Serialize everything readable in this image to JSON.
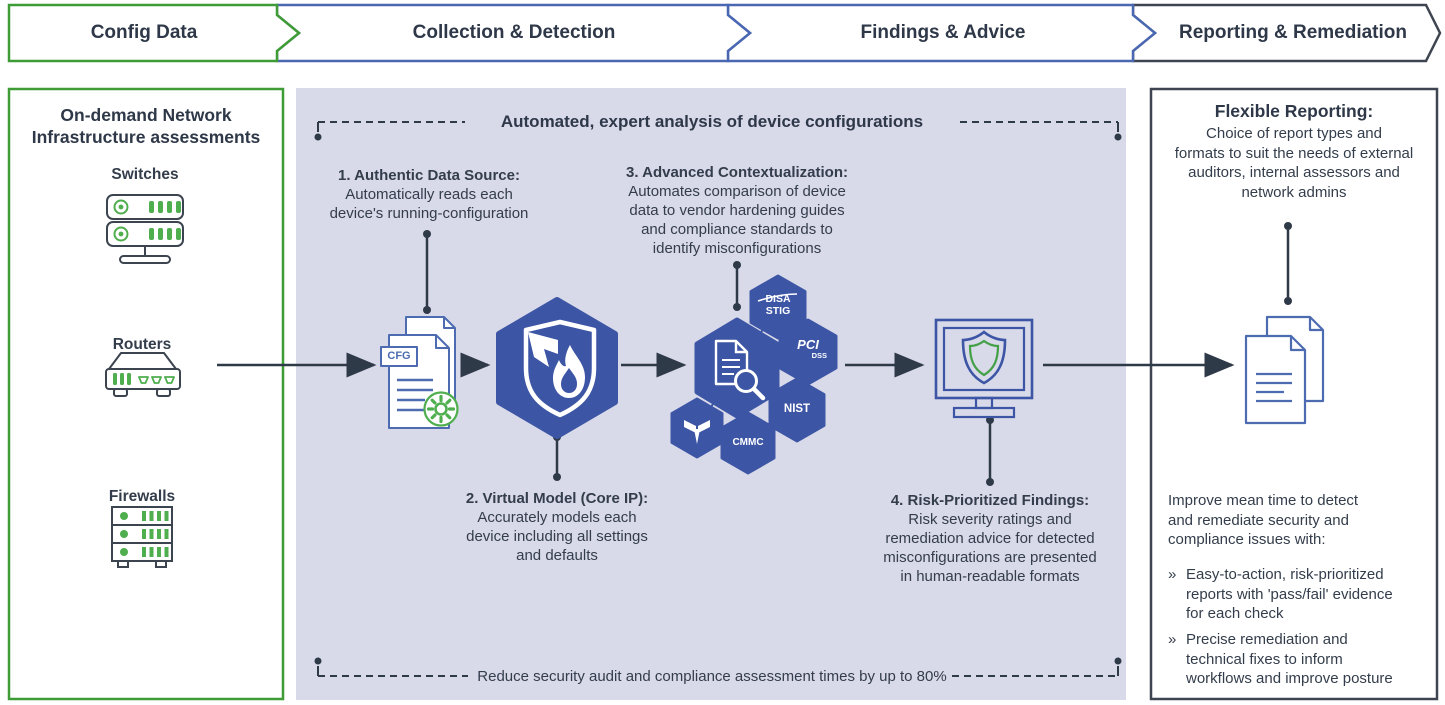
{
  "banner": {
    "stages": [
      {
        "label": "Config Data"
      },
      {
        "label": "Collection & Detection"
      },
      {
        "label": "Findings & Advice"
      },
      {
        "label": "Reporting & Remediation"
      }
    ]
  },
  "left_panel": {
    "heading": "On-demand Network\nInfrastructure assessments",
    "devices": [
      {
        "label": "Switches"
      },
      {
        "label": "Routers"
      },
      {
        "label": "Firewalls"
      }
    ]
  },
  "middle_panel": {
    "top_banner": "Automated, expert analysis of device configurations",
    "bottom_banner": "Reduce security audit and compliance assessment times by up to 80%",
    "cfg_label": "CFG",
    "steps": [
      {
        "title": "1. Authentic Data Source:",
        "body": "Automatically reads each\ndevice's running-configuration"
      },
      {
        "title": "2.  Virtual Model (Core IP):",
        "body": "Accurately models each\ndevice including all settings\nand defaults"
      },
      {
        "title": "3.  Advanced Contextualization:",
        "body": "Automates comparison of device\ndata to vendor hardening guides\nand compliance standards to\nidentify misconfigurations"
      },
      {
        "title": "4.  Risk-Prioritized Findings:",
        "body": "Risk severity ratings and\nremediation advice for detected\nmisconfigurations are presented\nin human-readable formats"
      }
    ],
    "badges": {
      "disa": "DISA\nSTIG",
      "pci": "PCI",
      "pci_sub": "DSS",
      "nist": "NIST",
      "cmmc": "CMMC"
    }
  },
  "right_panel": {
    "heading": "Flexible Reporting:",
    "subheading": "Choice of report types and\nformats to suit the needs of external\nauditors, internal assessors and\nnetwork admins",
    "body": "Improve mean time to detect\nand remediate security and\ncompliance issues with:",
    "bullets": [
      {
        "marker": "»",
        "text": "Easy-to-action, risk-prioritized\nreports with 'pass/fail' evidence\nfor each check"
      },
      {
        "marker": "»",
        "text": "Precise remediation and\ntechnical fixes to inform\nworkflows and improve posture"
      }
    ]
  },
  "colors": {
    "green_border": "#3E9B35",
    "blue_border": "#4A67B2",
    "dark_border": "#3E4551",
    "hex_blue": "#3C55A5",
    "panel_lavender": "#D8D9E9",
    "icon_green": "#4FAE4D",
    "doc_blue": "#4C6BB0",
    "text_navy": "#2F3A49"
  }
}
